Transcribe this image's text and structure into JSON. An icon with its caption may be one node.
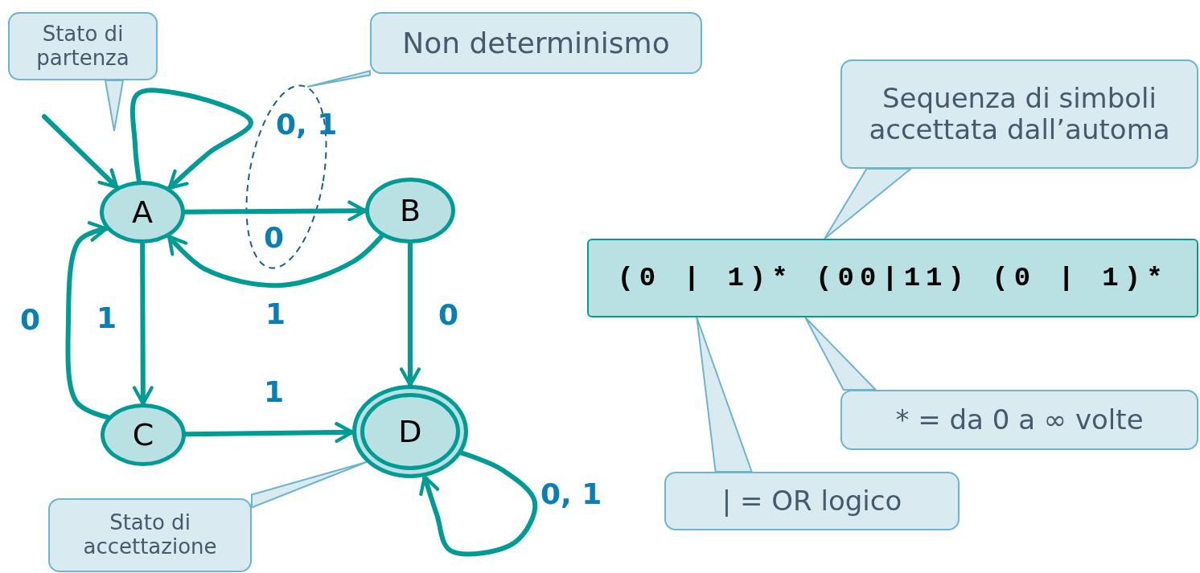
{
  "diagram": {
    "nodes": [
      {
        "text": [
          "Stato di partenza"
        ]
      },
      {
        "text": [
          "Non determinismo"
        ]
      },
      {
        "text": [
          "Sequenza di simboli accettata dall’automa"
        ]
      },
      {
        "text": [
          "A"
        ]
      },
      {
        "text": [
          "B"
        ]
      },
      {
        "text": [
          "C"
        ]
      },
      {
        "text": [
          "D"
        ]
      },
      {
        "text": [
          "(0 | 1)* (00|11) (0 | 1)*"
        ]
      },
      {
        "text": [
          "* = da 0 a ∞ volte"
        ]
      },
      {
        "text": [
          "| = OR logico"
        ]
      },
      {
        "text": [
          "Stato di accettazione"
        ]
      }
    ],
    "edges": [
      {
        "from": null,
        "to": 3,
        "arrow": "to"
      },
      {
        "from": 3,
        "to": 3,
        "arrow": "to",
        "label": "0, 1"
      },
      {
        "from": 3,
        "to": 4,
        "arrow": "to",
        "label": "0"
      },
      {
        "from": 4,
        "to": 3,
        "arrow": "to",
        "label": "1"
      },
      {
        "from": 3,
        "to": 5,
        "arrow": "to",
        "label": "1"
      },
      {
        "from": 5,
        "to": 3,
        "arrow": "to",
        "label": "0"
      },
      {
        "from": 4,
        "to": 6,
        "arrow": "to",
        "label": "0"
      },
      {
        "from": 5,
        "to": 6,
        "arrow": "to",
        "label": "1"
      },
      {
        "from": 6,
        "to": 6,
        "arrow": "to",
        "label": "0, 1"
      },
      {
        "from": 0,
        "to": null,
        "arrow": "to",
        "color": "#6db5cc"
      },
      {
        "from": 1,
        "to": null,
        "arrow": "to",
        "color": "#6db5cc"
      },
      {
        "from": 2,
        "to": 7,
        "arrow": "to",
        "color": "#6db5cc"
      },
      {
        "from": 8,
        "to": 7,
        "arrow": "to",
        "color": "#6db5cc"
      },
      {
        "from": 9,
        "to": 7,
        "arrow": "to",
        "color": "#6db5cc"
      },
      {
        "from": 10,
        "to": 6,
        "arrow": "to",
        "color": "#6db5cc"
      }
    ]
  }
}
